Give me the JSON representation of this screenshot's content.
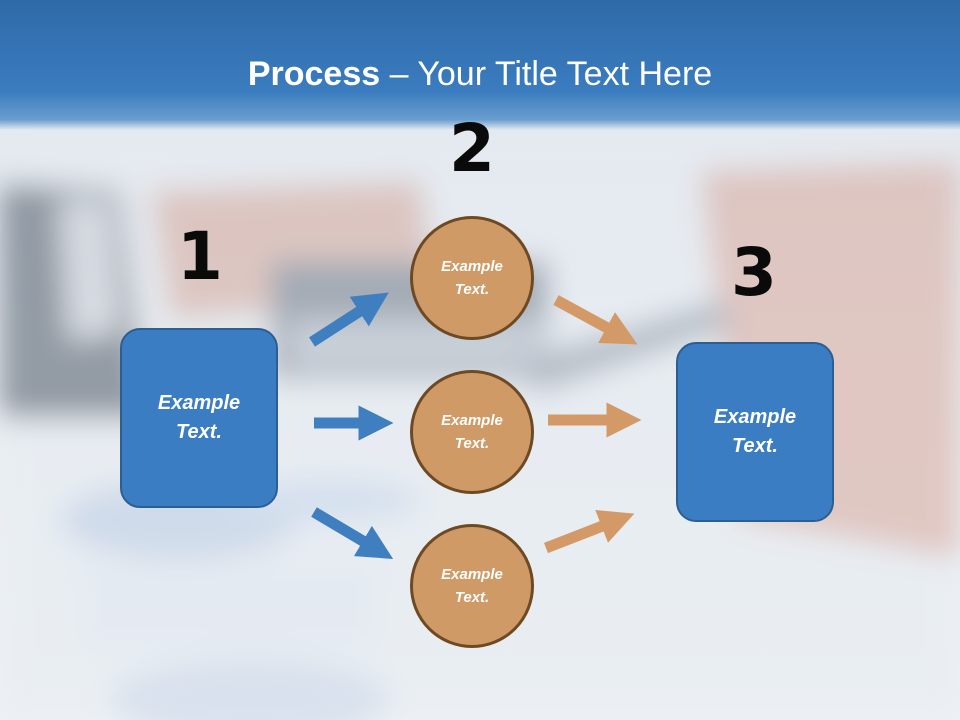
{
  "title": {
    "bold": "Process",
    "rest": " – Your Title Text Here"
  },
  "colors": {
    "title_band": "#3a7cbf",
    "box_fill": "#3a7dc2",
    "circle_fill": "#cf9a66",
    "circle_border": "#6e4a24",
    "blue_arrow": "#3f7fc0",
    "tan_arrow": "#d39a68"
  },
  "steps": {
    "step1": {
      "number": "1",
      "box_text": "Example\nText."
    },
    "step2": {
      "number": "2",
      "circles": [
        "Example\nText.",
        "Example\nText.",
        "Example\nText."
      ]
    },
    "step3": {
      "number": "3",
      "box_text": "Example\nText."
    }
  }
}
